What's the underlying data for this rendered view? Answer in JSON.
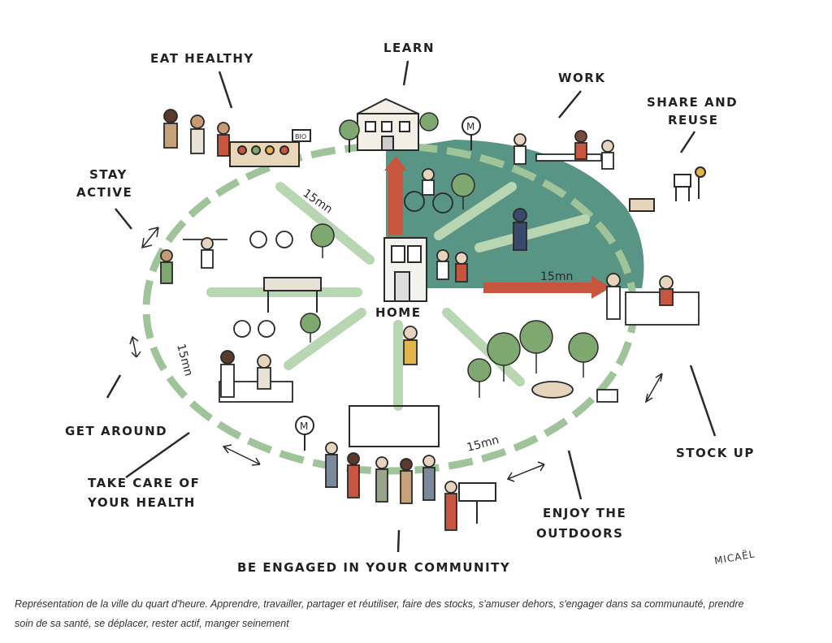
{
  "labels": {
    "eat_healthy": "EAT HEALTHY",
    "learn": "LEARN",
    "work": "WORK",
    "share_reuse_1": "SHARE AND",
    "share_reuse_2": "REUSE",
    "stay_active_1": "STAY",
    "stay_active_2": "ACTIVE",
    "home": "HOME",
    "get_around": "GET AROUND",
    "health_1": "TAKE CARE OF",
    "health_2": "YOUR HEALTH",
    "stock_up": "STOCK UP",
    "outdoors_1": "ENJOY THE",
    "outdoors_2": "OUTDOORS",
    "community": "BE ENGAGED IN YOUR COMMUNITY"
  },
  "time_labels": {
    "t1": "15mn",
    "t2": "15mn",
    "t3": "15mn",
    "t4": "15mn"
  },
  "signs": {
    "metro": "M",
    "bio": "BIO"
  },
  "signature": "MICAËL",
  "caption": {
    "line1": "Représentation de la ville du quart d'heure. Apprendre, travailler, partager et réutiliser, faire des stocks, s'amuser dehors, s'engager dans sa communauté, prendre",
    "line2": "soin de sa santé, se déplacer, rester actif, manger seinement"
  },
  "colors": {
    "teal": "#4f8f7e",
    "path_green": "#9fc49a",
    "arrow_red": "#c8553d",
    "ink": "#2a2a2a"
  }
}
